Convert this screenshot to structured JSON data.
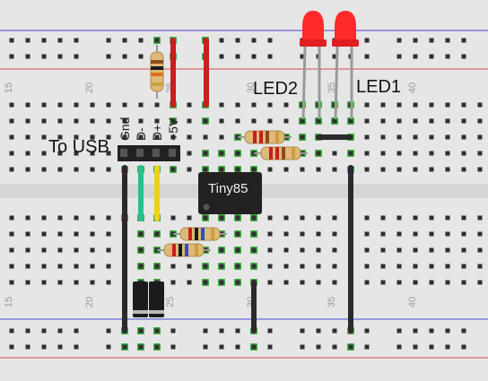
{
  "labels": {
    "to_usb": "To USB",
    "led2": "LED2",
    "led1": "LED1",
    "chip": "Tiny85",
    "header_pins": [
      "Gnd",
      "D-",
      "D+",
      "+5V"
    ]
  },
  "breadboard": {
    "column_numbers_top": [
      "15",
      "20",
      "25",
      "30",
      "35",
      "40"
    ],
    "column_numbers_bottom": [
      "15",
      "20",
      "25",
      "30",
      "35",
      "40"
    ]
  },
  "colors": {
    "board": "#e6e6e6",
    "hole": "#2f2f2f",
    "active_hole": "#3fae3f",
    "rail_red": "#d94b4b",
    "rail_blue": "#4b4bd9",
    "wire_red": "#c81e1e",
    "wire_black": "#2a2a2a",
    "wire_green": "#2bbf8a",
    "wire_yellow": "#e8d21c",
    "led_red": "#ff2a2a",
    "chip": "#222222"
  }
}
